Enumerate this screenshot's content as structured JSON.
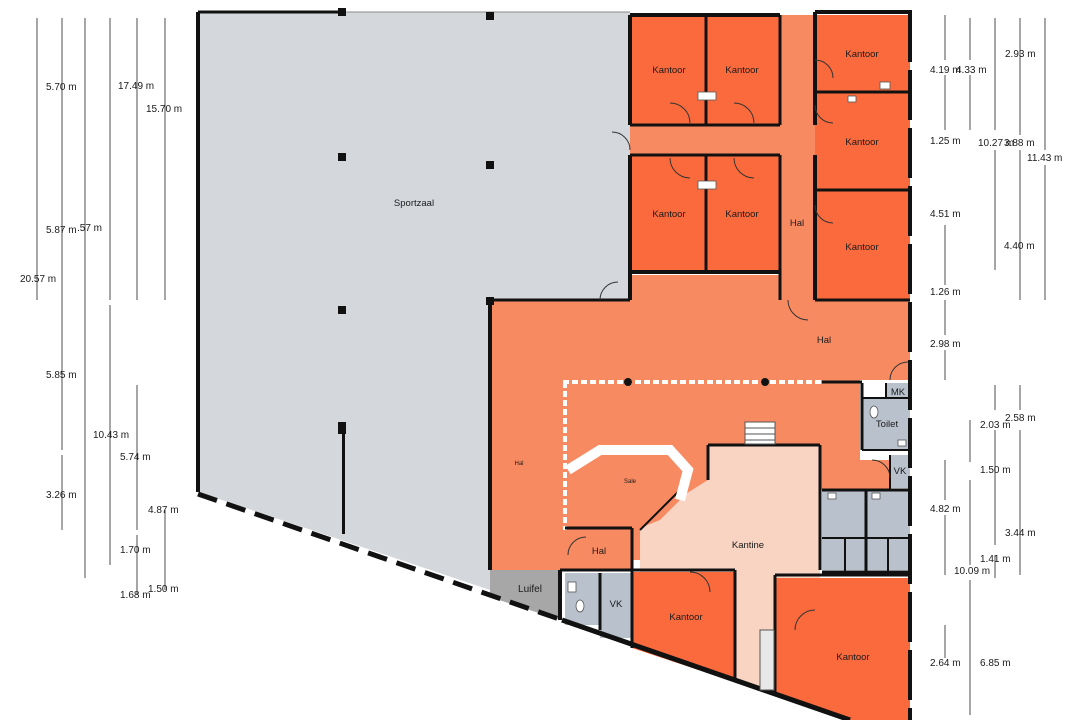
{
  "colors": {
    "sports_hall": "#d4d8dc",
    "office": "#fa6a3d",
    "hall": "#f88a62",
    "canteen": "#f9d4c2",
    "sanitary": "#b9c2cc",
    "canopy": "#a7a7a7",
    "wall": "#111111"
  },
  "rooms": {
    "sportzaal": "Sportzaal",
    "kantoor_1": "Kantoor",
    "kantoor_2": "Kantoor",
    "kantoor_3": "Kantoor",
    "kantoor_4": "Kantoor",
    "kantoor_5": "Kantoor",
    "kantoor_6": "Kantoor",
    "kantoor_7": "Kantoor",
    "kantoor_8": "Kantoor",
    "kantoor_9": "Kantoor",
    "hal_corridor": "Hal",
    "hal_main": "Hal",
    "hal_small_left": "Hal",
    "hal_lower": "Hal",
    "sale": "Sale",
    "kantine": "Kantine",
    "toilet": "Toilet",
    "mk": "MK",
    "vk_right": "VK",
    "vk_lower": "VK",
    "luifel": "Luifel"
  },
  "dimensions_left": {
    "d1": "5.70 m",
    "d2": "17.49 m",
    "d3": "15.70 m",
    "d4": "5.87 m",
    "d5": ".57 m",
    "d6": "20.57 m",
    "d7": "5.85 m",
    "d8": "10.43 m",
    "d9": "5.74 m",
    "d10": "3.26 m",
    "d11": "4.87 m",
    "d12": "1.70 m",
    "d13": "1.68 m",
    "d14": "1.50 m"
  },
  "dimensions_right": {
    "r1": "4.19 m",
    "r2": "4.33 m",
    "r3": "2.93 m",
    "r4": "1.25 m",
    "r5": "10.27 m",
    "r6": "3.88 m",
    "r7": "11.43 m",
    "r8": "4.51 m",
    "r9": "4.40 m",
    "r10": "1.26 m",
    "r11": "2.98 m",
    "r12": "2.03 m",
    "r13": "2.58 m",
    "r14": "1.50 m",
    "r15": "4.82 m",
    "r16": "3.44 m",
    "r17": "1.41 m",
    "r18": "10.09 m",
    "r19": "2.64 m",
    "r20": "6.85 m"
  }
}
